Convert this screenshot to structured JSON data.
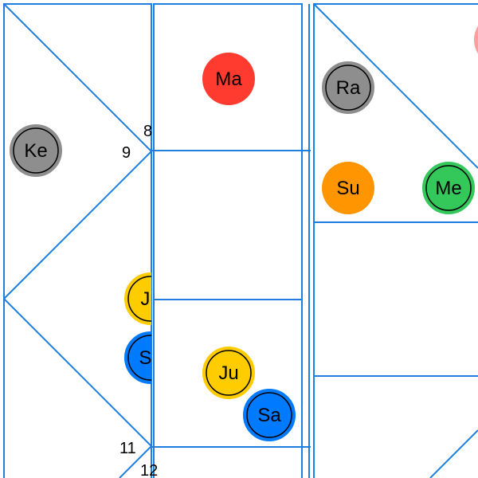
{
  "colors": {
    "lines": "#1e7fe0",
    "mars": "#ff3b30",
    "rahu_ketu": "#8e8e8e",
    "sun": "#ff9500",
    "mercury": "#34c759",
    "jupiter": "#ffcc00",
    "saturn": "#007aff",
    "venus_partial": "#ff9e9e",
    "text": "#000000"
  },
  "panels": {
    "left": {
      "house_numbers": [
        "8",
        "9",
        "11",
        "12"
      ],
      "planets": [
        {
          "label": "Ke",
          "color_key": "rahu_ketu",
          "ring": true
        },
        {
          "label": "Ju",
          "color_key": "jupiter",
          "ring": true
        },
        {
          "label": "Sa",
          "color_key": "saturn",
          "ring": true
        }
      ]
    },
    "middle": {
      "planets": [
        {
          "label": "Ma",
          "color_key": "mars",
          "ring": false
        },
        {
          "label": "Ju",
          "color_key": "jupiter",
          "ring": true
        },
        {
          "label": "Sa",
          "color_key": "saturn",
          "ring": true
        }
      ]
    },
    "right": {
      "planets": [
        {
          "label": "Ra",
          "color_key": "rahu_ketu",
          "ring": true
        },
        {
          "label": "Su",
          "color_key": "sun",
          "ring": false
        },
        {
          "label": "Me",
          "color_key": "mercury",
          "ring": true
        },
        {
          "label": "",
          "color_key": "venus_partial",
          "ring": false
        }
      ]
    }
  }
}
